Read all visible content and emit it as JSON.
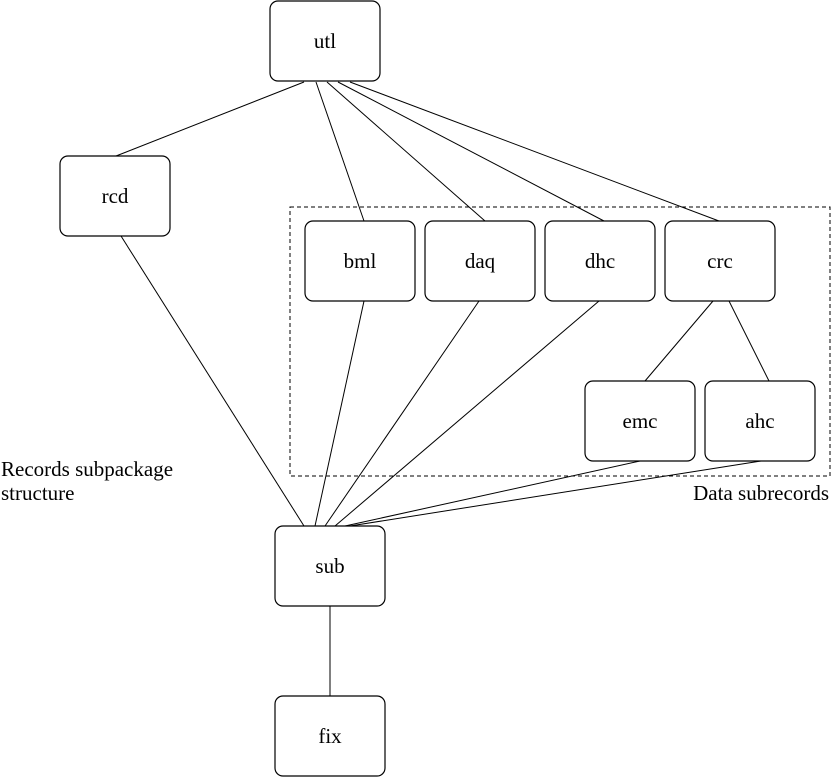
{
  "diagram": {
    "title_lines": [
      "Records subpackage",
      "structure"
    ],
    "group": {
      "id": "data-subrecords",
      "label": "Data subrecords",
      "members": [
        "bml",
        "daq",
        "dhc",
        "crc",
        "emc",
        "ahc"
      ]
    },
    "nodes": [
      {
        "id": "utl",
        "label": "utl"
      },
      {
        "id": "rcd",
        "label": "rcd"
      },
      {
        "id": "bml",
        "label": "bml"
      },
      {
        "id": "daq",
        "label": "daq"
      },
      {
        "id": "dhc",
        "label": "dhc"
      },
      {
        "id": "crc",
        "label": "crc"
      },
      {
        "id": "emc",
        "label": "emc"
      },
      {
        "id": "ahc",
        "label": "ahc"
      },
      {
        "id": "sub",
        "label": "sub"
      },
      {
        "id": "fix",
        "label": "fix"
      }
    ],
    "edges": [
      {
        "from": "utl",
        "to": "rcd"
      },
      {
        "from": "utl",
        "to": "bml"
      },
      {
        "from": "utl",
        "to": "daq"
      },
      {
        "from": "utl",
        "to": "dhc"
      },
      {
        "from": "utl",
        "to": "crc"
      },
      {
        "from": "crc",
        "to": "emc"
      },
      {
        "from": "crc",
        "to": "ahc"
      },
      {
        "from": "rcd",
        "to": "sub"
      },
      {
        "from": "bml",
        "to": "sub"
      },
      {
        "from": "daq",
        "to": "sub"
      },
      {
        "from": "dhc",
        "to": "sub"
      },
      {
        "from": "emc",
        "to": "sub"
      },
      {
        "from": "ahc",
        "to": "sub"
      },
      {
        "from": "sub",
        "to": "fix"
      }
    ]
  }
}
